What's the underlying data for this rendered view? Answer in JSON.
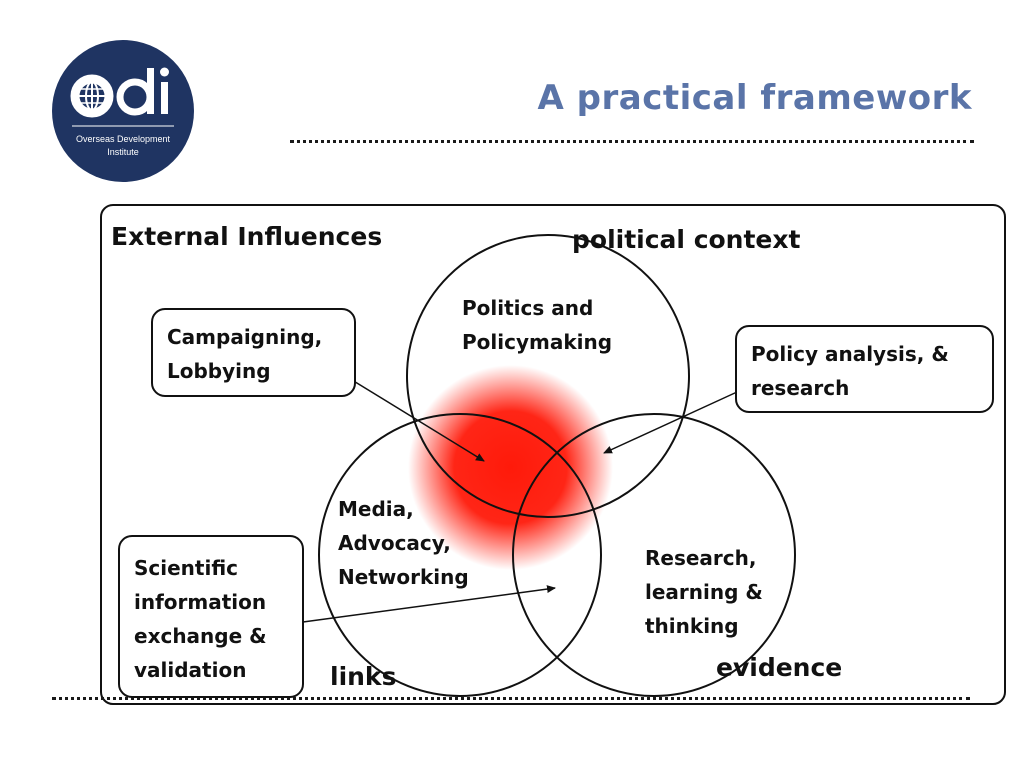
{
  "header": {
    "logo": {
      "wordmark": "odi",
      "caption_line1": "Overseas Development",
      "caption_line2": "Institute"
    },
    "title": "A practical framework"
  },
  "diagram": {
    "frame_label": "External Influences",
    "circles": [
      {
        "label": "political context",
        "inner": [
          "Politics and",
          "Policymaking"
        ]
      },
      {
        "label": "links",
        "inner": [
          "Media,",
          "Advocacy,",
          "Networking"
        ]
      },
      {
        "label": "evidence",
        "inner": [
          "Research,",
          "learning &",
          "thinking"
        ]
      }
    ],
    "boxes": [
      {
        "lines": [
          "Campaigning,",
          "Lobbying"
        ]
      },
      {
        "lines": [
          "Policy analysis, &",
          "research"
        ]
      },
      {
        "lines": [
          "Scientific",
          "information",
          "exchange &",
          "validation"
        ]
      }
    ]
  },
  "colors": {
    "title": "#5a74a8",
    "logo_bg": "#1f3462",
    "highlight": "#ff1a0a"
  }
}
